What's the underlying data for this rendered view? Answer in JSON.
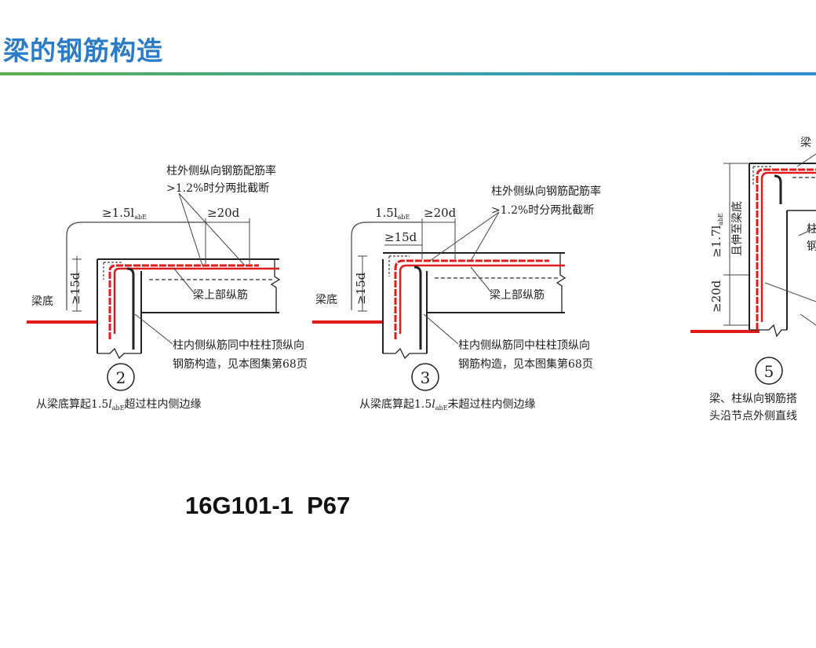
{
  "header": {
    "title": "梁的钢筋构造"
  },
  "colors": {
    "title": "#2b7cc4",
    "rule_start": "#5bb04d",
    "rule_end": "#2b8fd6",
    "rebar": "#e01b1b",
    "line": "#222222"
  },
  "details": [
    {
      "number": "2",
      "dim_anchor": "≥1.5l",
      "dim_anchor_sub": "abE",
      "dim_lap": "≥20d",
      "dim_bend": "≥15d",
      "label_beam_bottom": "梁底",
      "note_outer_1": "柱外侧纵向钢筋配筋率",
      "note_outer_2": ">1.2%时分两批截断",
      "label_beam_top": "梁上部纵筋",
      "note_inner_1": "柱内侧纵筋同中柱柱顶纵向",
      "note_inner_2": "钢筋构造，见本图集第68页",
      "caption_pre": "从梁底算起1.5",
      "caption_l": "l",
      "caption_sub": "abE",
      "caption_post": "超过柱内侧边缘"
    },
    {
      "number": "3",
      "dim_anchor": "1.5l",
      "dim_anchor_sub": "abE",
      "dim_lap": "≥20d",
      "dim_bend_top": "≥15d",
      "dim_bend": "≥15d",
      "label_beam_bottom": "梁底",
      "note_outer_1": "柱外侧纵向钢筋配筋率",
      "note_outer_2": ">1.2%时分两批截断",
      "label_beam_top": "梁上部纵筋",
      "note_inner_1": "柱内侧纵筋同中柱柱顶纵向",
      "note_inner_2": "钢筋构造，见本图集第68页",
      "caption_pre": "从梁底算起1.5",
      "caption_l": "l",
      "caption_sub": "abE",
      "caption_post": "未超过柱内侧边缘"
    },
    {
      "number": "5",
      "dim_vert_1": "≥1.7l",
      "dim_vert_1_sub": "abE",
      "dim_vert_2": "且伸至梁底",
      "dim_vert_3": "≥20d",
      "label_top_partial": "梁",
      "label_mid_partial_1": "柱",
      "label_mid_partial_2": "钢",
      "caption_1": "梁、柱纵向钢筋搭",
      "caption_2": "头沿节点外侧直线"
    }
  ],
  "footer": {
    "reference": "16G101-1  P67"
  }
}
